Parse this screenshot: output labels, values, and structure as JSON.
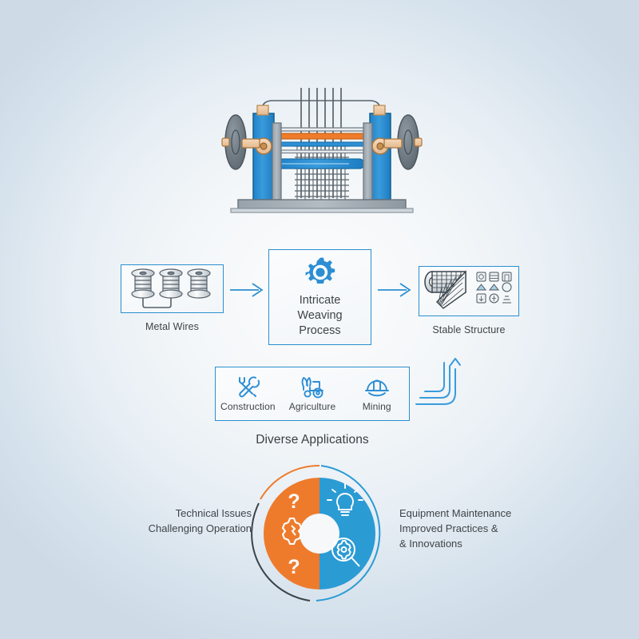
{
  "theme": {
    "accent_blue": "#2a8fd0",
    "accent_blue_dark": "#1a7ec0",
    "accent_orange": "#ee7b2c",
    "machine_blue": "#2d8ed4",
    "machine_grey": "#6e7880",
    "text_grey": "#3f4448",
    "background": "#eef3f7"
  },
  "machine": {
    "name": "wire-weaving-loom",
    "caption": ""
  },
  "flow": {
    "steps": [
      {
        "id": "metal-wires",
        "label": "Metal Wires",
        "icon": "wire-spools-icon"
      },
      {
        "id": "weaving-process",
        "label": "Intricate\nWeaving\nProcess",
        "lines": [
          "Intricate",
          "Weaving",
          "Process"
        ],
        "icon": "gear-icon"
      },
      {
        "id": "stable-structure",
        "label": "Stable Structure",
        "icon": "mesh-roll-icon"
      }
    ],
    "arrows": [
      "arrow-right-1",
      "arrow-right-2"
    ]
  },
  "applications": {
    "group_label": "Diverse Applications",
    "items": [
      {
        "id": "construction",
        "label": "Construction",
        "icon": "tools-icon"
      },
      {
        "id": "agriculture",
        "label": "Agriculture",
        "icon": "tractor-icon"
      },
      {
        "id": "mining",
        "label": "Mining",
        "icon": "hardhat-icon"
      }
    ],
    "feedback_arrow": "curved-up-arrow"
  },
  "donut": {
    "left": {
      "color": "#ee7b2c",
      "icons": [
        "question-mark-icon",
        "broken-gear-icon",
        "question-mark-icon"
      ],
      "lines": [
        "Technical Issues",
        "Challenging Operation"
      ]
    },
    "right": {
      "color": "#2b9bd4",
      "icons": [
        "lightbulb-icon",
        "gear-magnifier-icon"
      ],
      "lines": [
        "Equipment Maintenance",
        "Improved Practices &",
        "& Innovations"
      ]
    }
  },
  "grid_icons": {
    "name": "mesh-application-icon-grid",
    "count": 9
  }
}
